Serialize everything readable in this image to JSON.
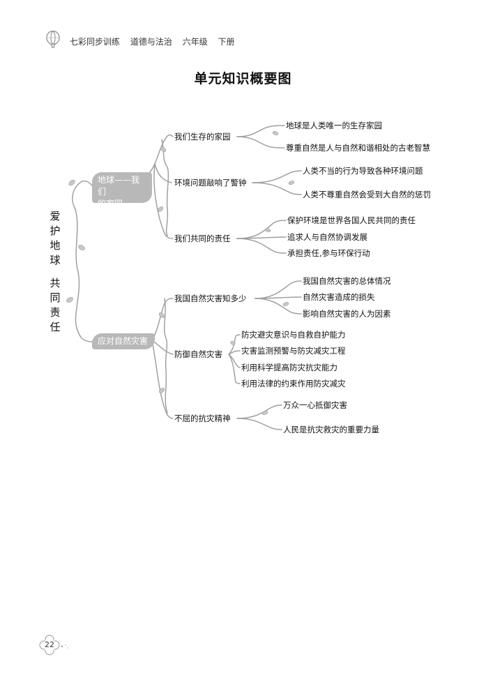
{
  "header": {
    "items": [
      "七彩同步训练",
      "道德与法治",
      "六年级",
      "下册"
    ]
  },
  "title": "单元知识概要图",
  "root": {
    "lines": [
      "爱",
      "护",
      "地",
      "球",
      "共",
      "同",
      "责",
      "任"
    ]
  },
  "branches": [
    {
      "label_lines": [
        "地球——我们",
        "的家园"
      ],
      "subs": [
        {
          "label": "我们生存的家园",
          "leaves": [
            "地球是人类唯一的生存家园",
            "尊重自然是人与自然和谐相处的古老智慧"
          ]
        },
        {
          "label": "环境问题敲响了警钟",
          "leaves": [
            "人类不当的行为导致各种环境问题",
            "人类不尊重自然会受到大自然的惩罚"
          ]
        },
        {
          "label": "我们共同的责任",
          "leaves": [
            "保护环境是世界各国人民共同的责任",
            "追求人与自然协调发展",
            "承担责任,参与环保行动"
          ]
        }
      ]
    },
    {
      "label_lines": [
        "应对自然灾害"
      ],
      "subs": [
        {
          "label": "我国自然灾害知多少",
          "leaves": [
            "我国自然灾害的总体情况",
            "自然灾害造成的损失",
            "影响自然灾害的人为因素"
          ]
        },
        {
          "label": "防御自然灾害",
          "leaves": [
            "防灾避灾意识与自救自护能力",
            "灾害监测预警与防灾减灾工程",
            "利用科学提高防灾抗灾能力",
            "利用法律的约束作用防灾减灾"
          ]
        },
        {
          "label": "不屈的抗灾精神",
          "leaves": [
            "万众一心抵御灾害",
            "人民是抗灾救灾的重要力量"
          ]
        }
      ]
    }
  ],
  "page_number": "22",
  "colors": {
    "branch_fill": "#b8b8b8",
    "line": "#a0a0a0",
    "text": "#111111"
  }
}
